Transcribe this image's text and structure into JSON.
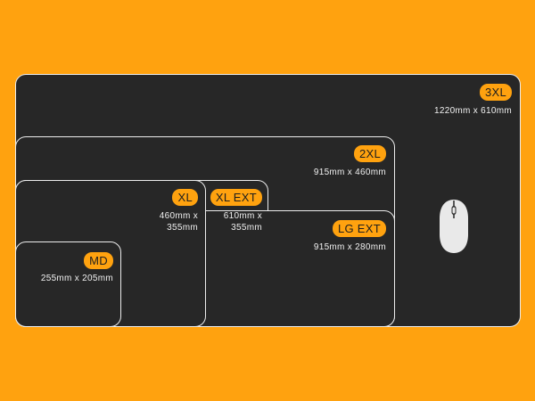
{
  "colors": {
    "background": "#FFA20F",
    "pad": "#272727",
    "outline": "#EDEDED",
    "badge": "#FFA20F",
    "badge_text": "#1E1E1E",
    "dimension_text": "#F0F0F0",
    "mouse": "#E9E9E9"
  },
  "icons": {
    "mouse": "computer-mouse-icon"
  },
  "sizes": {
    "xxxl": {
      "label": "3XL",
      "dimensions": "1220mm x 610mm"
    },
    "xxl": {
      "label": "2XL",
      "dimensions": "915mm x 460mm"
    },
    "xl": {
      "label": "XL",
      "dimensions_line1": "460mm x",
      "dimensions_line2": "355mm"
    },
    "xl_ext": {
      "label": "XL EXT",
      "dimensions_line1": "610mm x",
      "dimensions_line2": "355mm"
    },
    "lg_ext": {
      "label": "LG EXT",
      "dimensions": "915mm x 280mm"
    },
    "md": {
      "label": "MD",
      "dimensions": "255mm x 205mm"
    }
  }
}
